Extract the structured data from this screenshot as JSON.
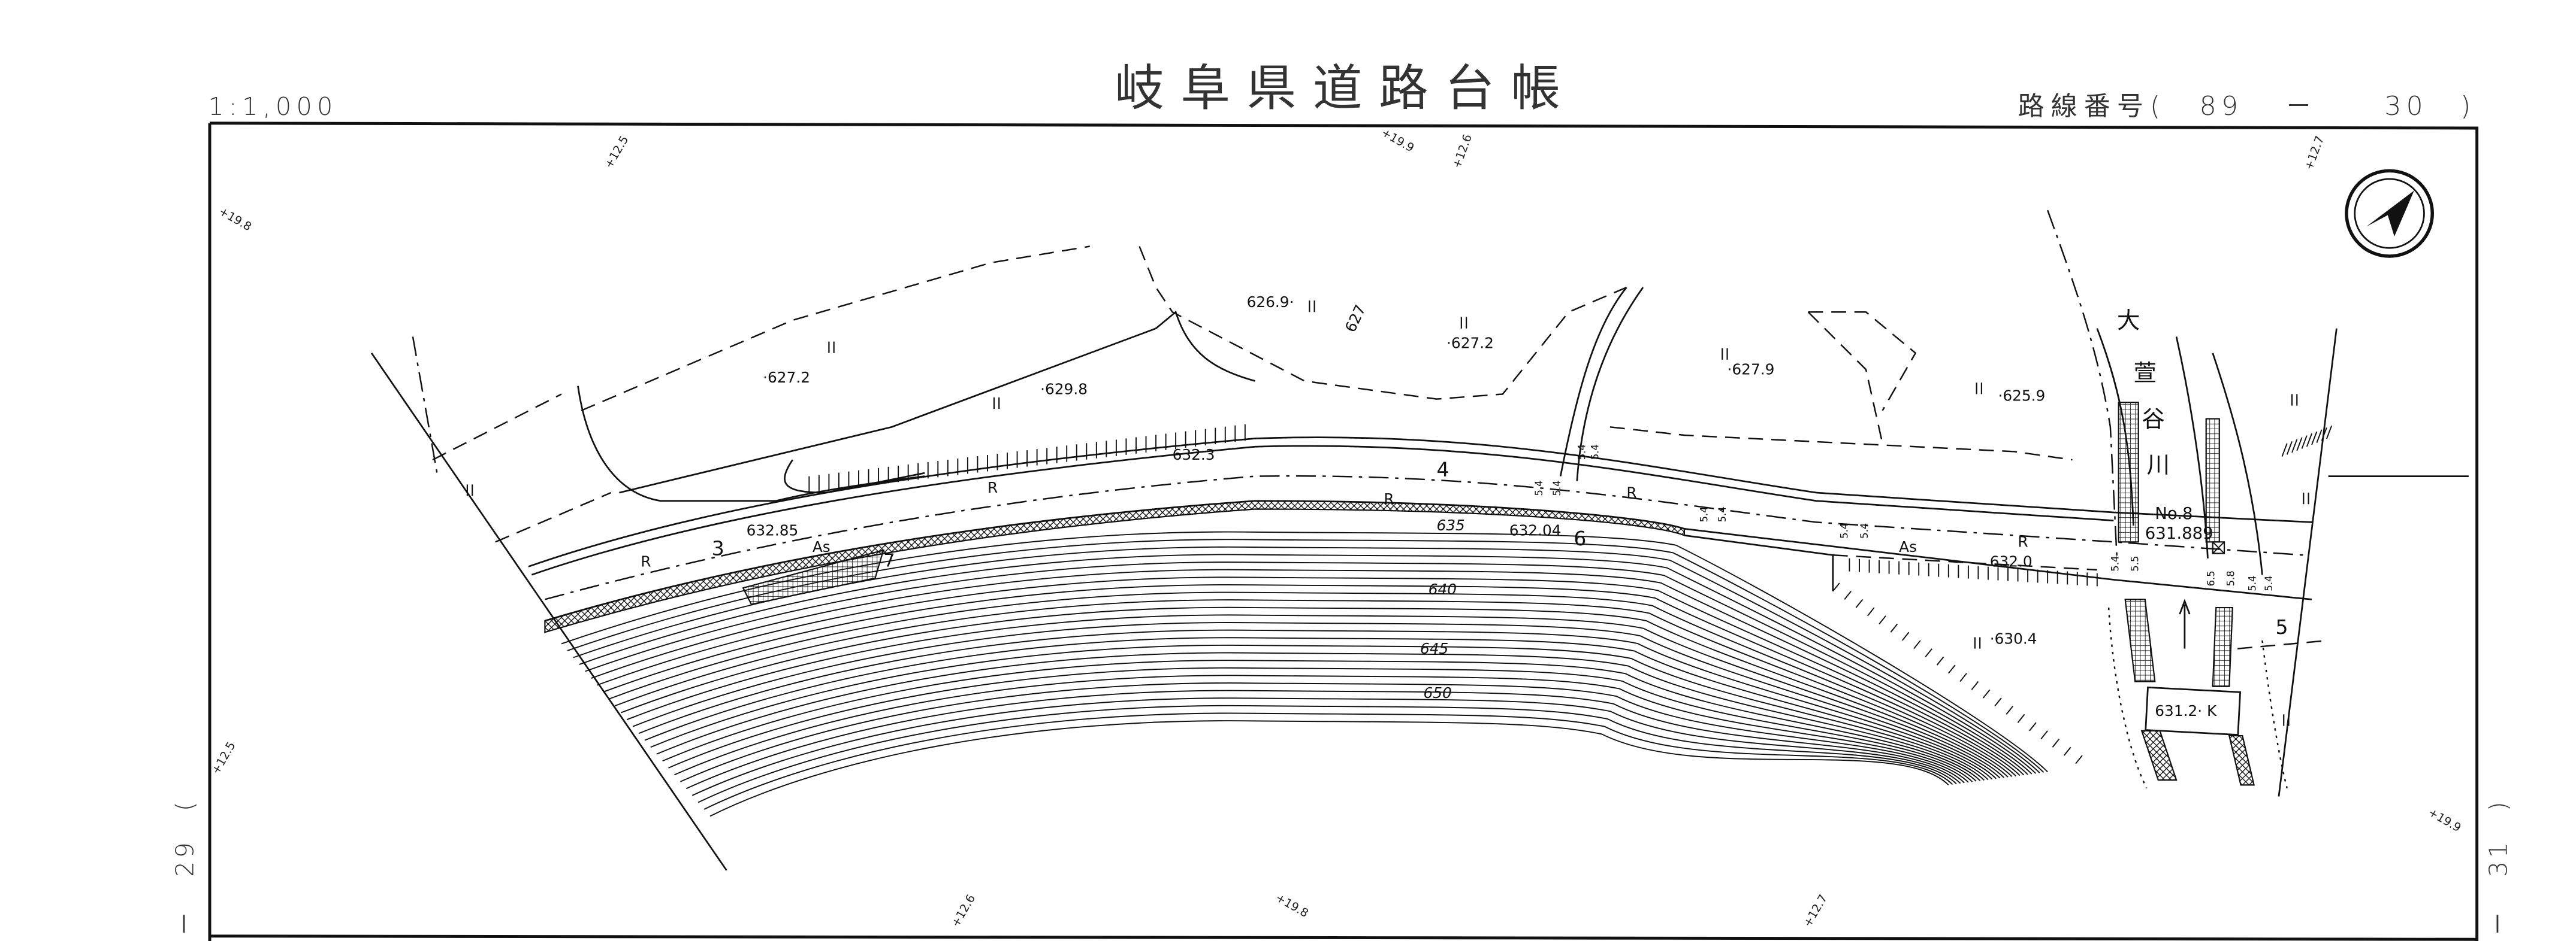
{
  "header": {
    "scale": "1:1,000",
    "title": "岐阜県道路台帳",
    "route_number_label": "路線番号",
    "route_number_open": "(",
    "route_major": "89",
    "route_sep": "－",
    "route_minor": "30",
    "route_number_close": ")"
  },
  "sheet_links": {
    "left": {
      "open": "(",
      "number": "29",
      "sep": "－"
    },
    "right": {
      "open": ")",
      "number": "31",
      "sep": "－"
    }
  },
  "station_marks": [
    "+12.5",
    "+19.8",
    "+19.9",
    "+12.6",
    "+12.7",
    "+12.5",
    "+12.6",
    "+19.8",
    "+12.7",
    "+19.9"
  ],
  "north_arrow": {
    "icon": "north-arrow-icon"
  },
  "river_name": [
    "大",
    "萱",
    "谷",
    "川"
  ],
  "elevations": {
    "e1": "·627.2",
    "e2": "·629.8",
    "e3": "626.9·",
    "e4": "·627.2",
    "e5": "·627.9",
    "e6": "·625.9",
    "e7": "632.3",
    "e8": "632.85",
    "e9": "632.04",
    "e10": "632.0",
    "e11": "·630.4",
    "e12": "627"
  },
  "contours": [
    "635",
    "640",
    "645",
    "650"
  ],
  "road_labels": {
    "as1": "As",
    "as2": "As",
    "r1": "R",
    "r2": "R",
    "r3": "R",
    "r4": "R",
    "r5": "R",
    "n3": "3",
    "n4": "4",
    "n5": "5",
    "n6": "6",
    "n7": "7"
  },
  "benchmark": {
    "name": "No.8",
    "elevation": "631.889"
  },
  "bridge": {
    "label": "631.2· K"
  },
  "widths": [
    "5.4",
    "5.4",
    "5.4",
    "5.4",
    "5.4",
    "5.4",
    "5.4",
    "5.4",
    "5.5",
    "6.5",
    "5.8",
    "5.4",
    "5.4",
    "5.4"
  ],
  "colors": {
    "ink": "#111111",
    "background": "#ffffff"
  }
}
